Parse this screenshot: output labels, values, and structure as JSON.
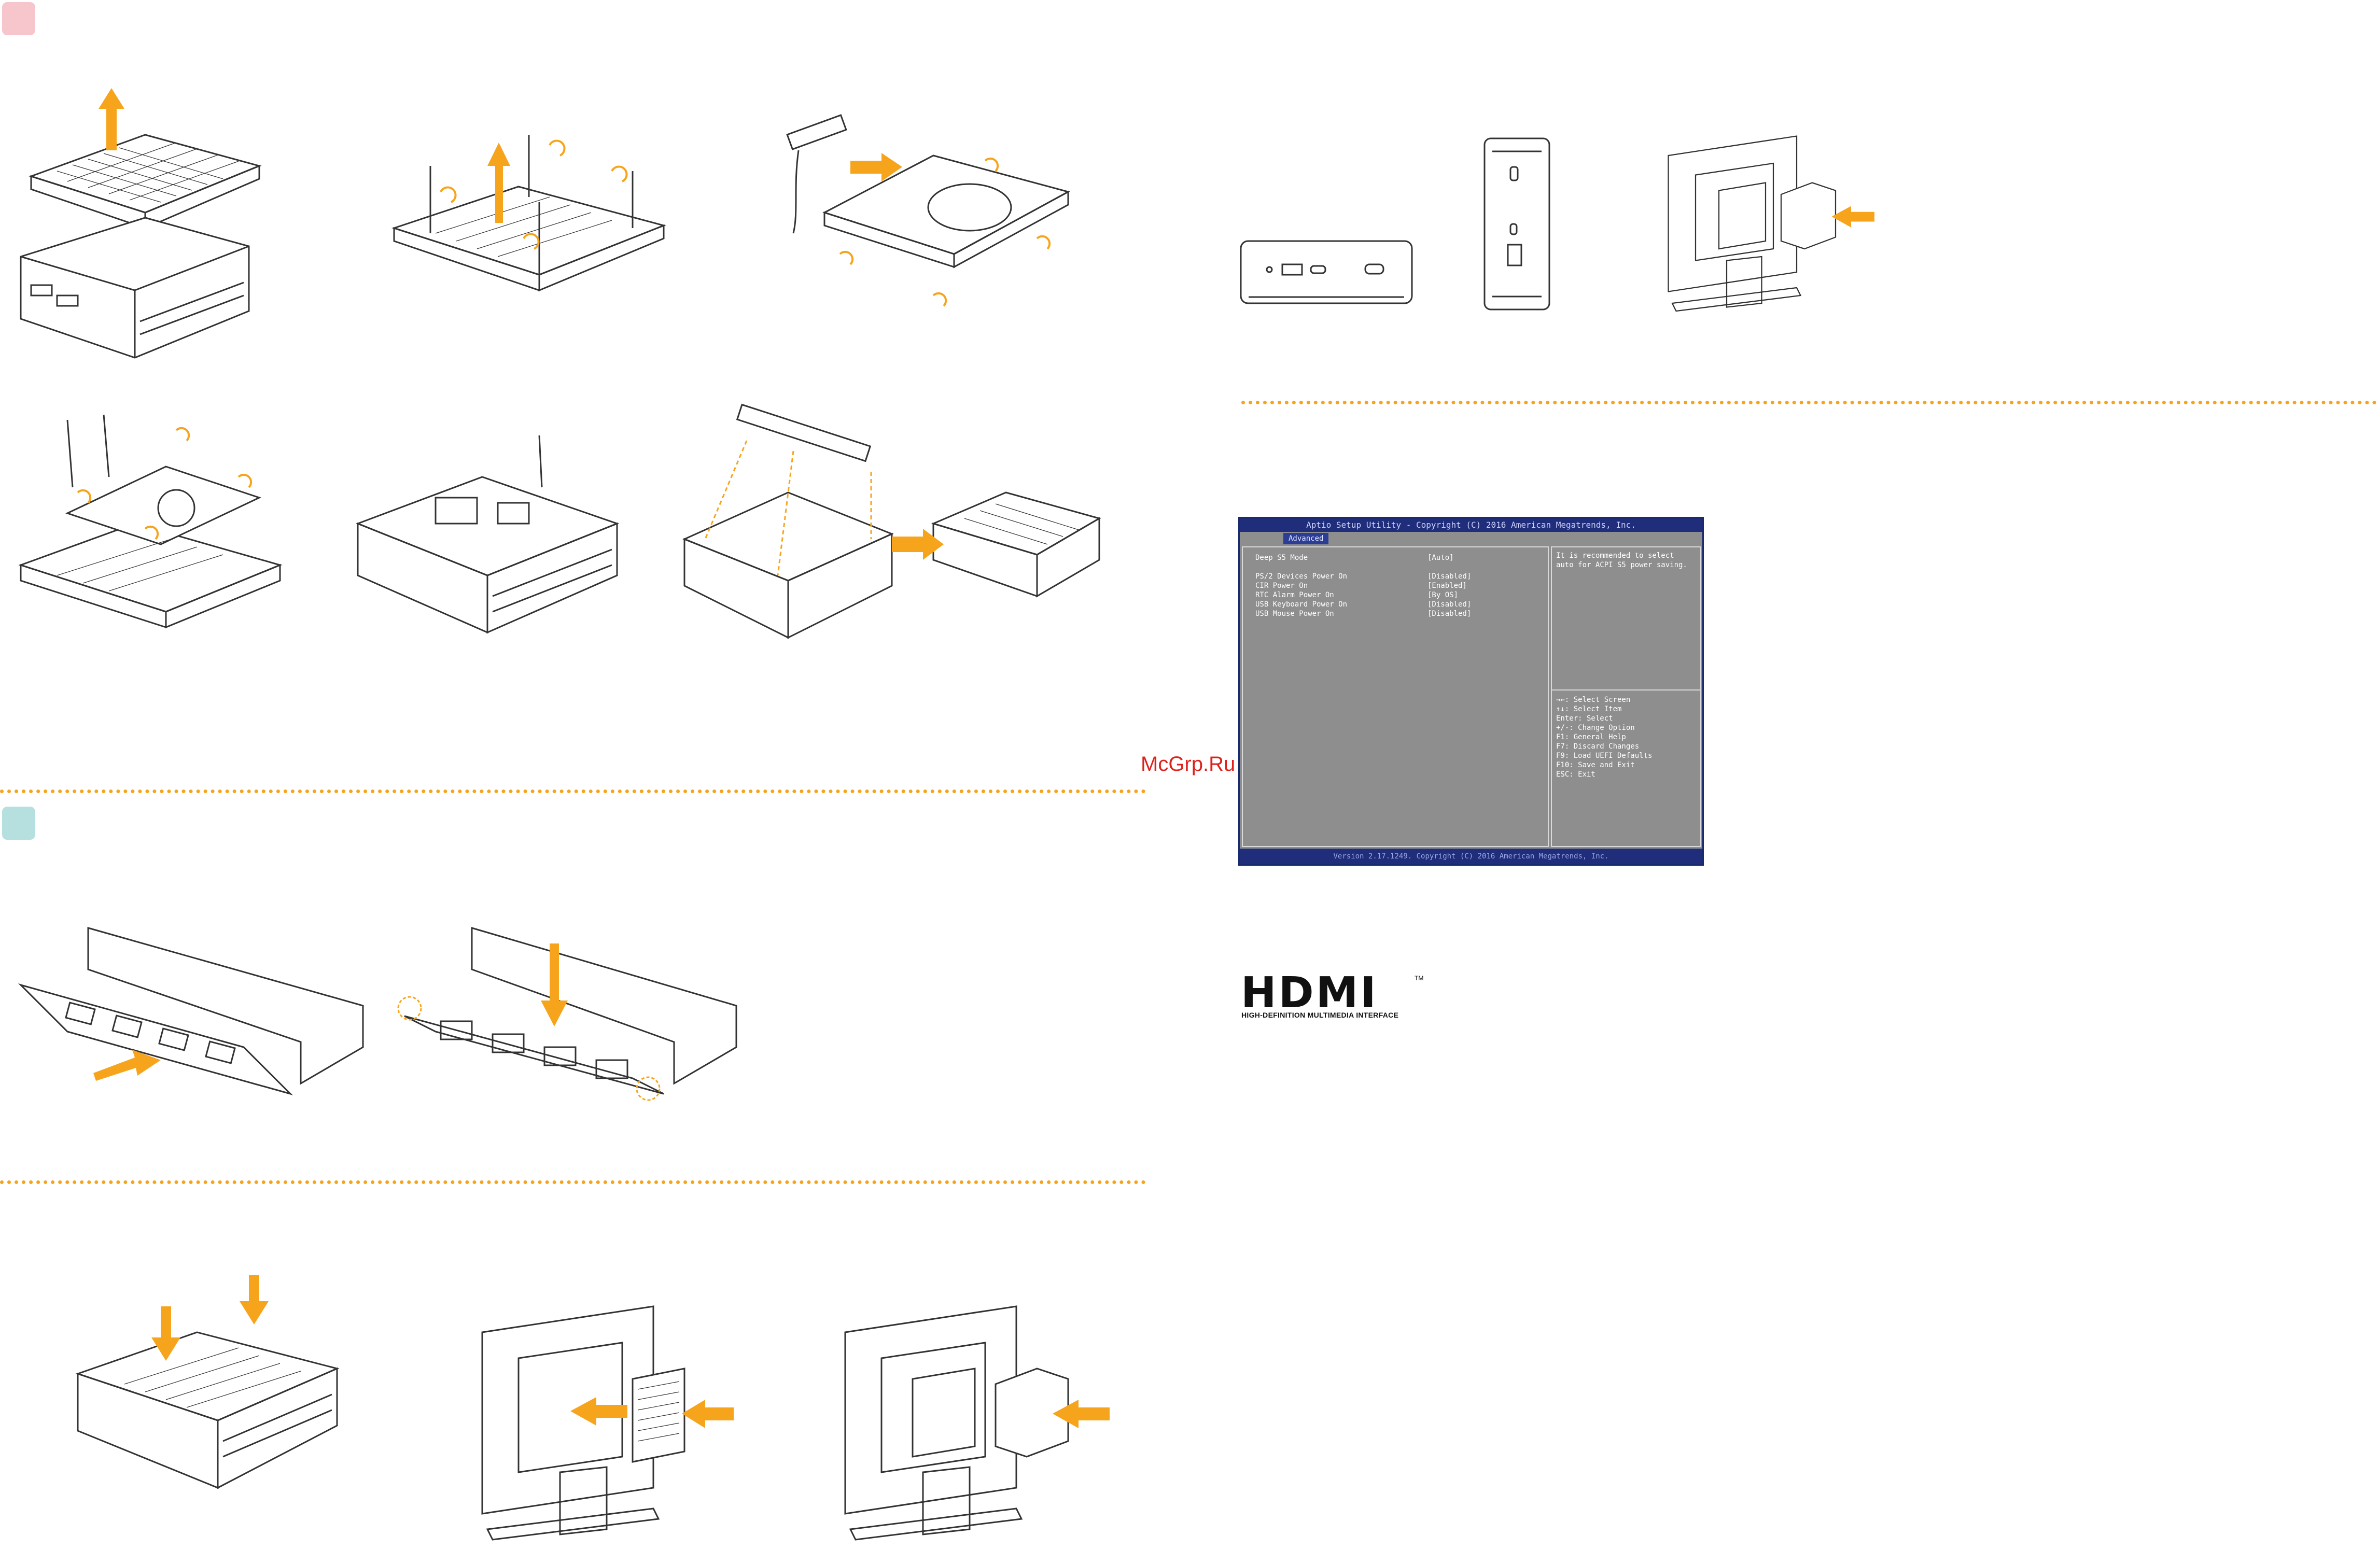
{
  "colors": {
    "badge_pink": "#f7c6cc",
    "badge_teal": "#b6e0e0",
    "divider_orange": "#f7a41d",
    "arrow_orange": "#f7a41d",
    "line_art": "#333333",
    "bios_frame": "#1f2d7a",
    "bios_panel": "#8e8e8e",
    "watermark_red": "#e0201a"
  },
  "watermark": "McGrp.Ru",
  "bios": {
    "title": "Aptio Setup Utility - Copyright (C) 2016 American Megatrends, Inc.",
    "tab": "Advanced",
    "rows": [
      {
        "label": "Deep S5 Mode",
        "value": "[Auto]"
      },
      {
        "label": "PS/2 Devices Power On",
        "value": "[Disabled]"
      },
      {
        "label": "CIR Power On",
        "value": "[Enabled]"
      },
      {
        "label": "RTC Alarm Power On",
        "value": "[By OS]"
      },
      {
        "label": "USB Keyboard Power On",
        "value": "[Disabled]"
      },
      {
        "label": "USB Mouse Power On",
        "value": "[Disabled]"
      }
    ],
    "help_text": [
      "It is recommended to select",
      "auto for ACPI S5 power saving."
    ],
    "keys": [
      "→←: Select Screen",
      "↑↓: Select Item",
      "Enter: Select",
      "+/-: Change Option",
      "F1: General Help",
      "F7: Discard Changes",
      "F9: Load UEFI Defaults",
      "F10: Save and Exit",
      "ESC: Exit"
    ],
    "footer": "Version 2.17.1249. Copyright (C) 2016 American Megatrends, Inc."
  },
  "hdmi": {
    "logo": "HDMI",
    "tm": "TM",
    "tagline": "HIGH-DEFINITION MULTIMEDIA INTERFACE"
  },
  "icons": {
    "section_badges": [
      "badge-1-icon",
      "badge-2-icon"
    ],
    "arrows": "arrow-icon",
    "screws": "screw-icon"
  }
}
